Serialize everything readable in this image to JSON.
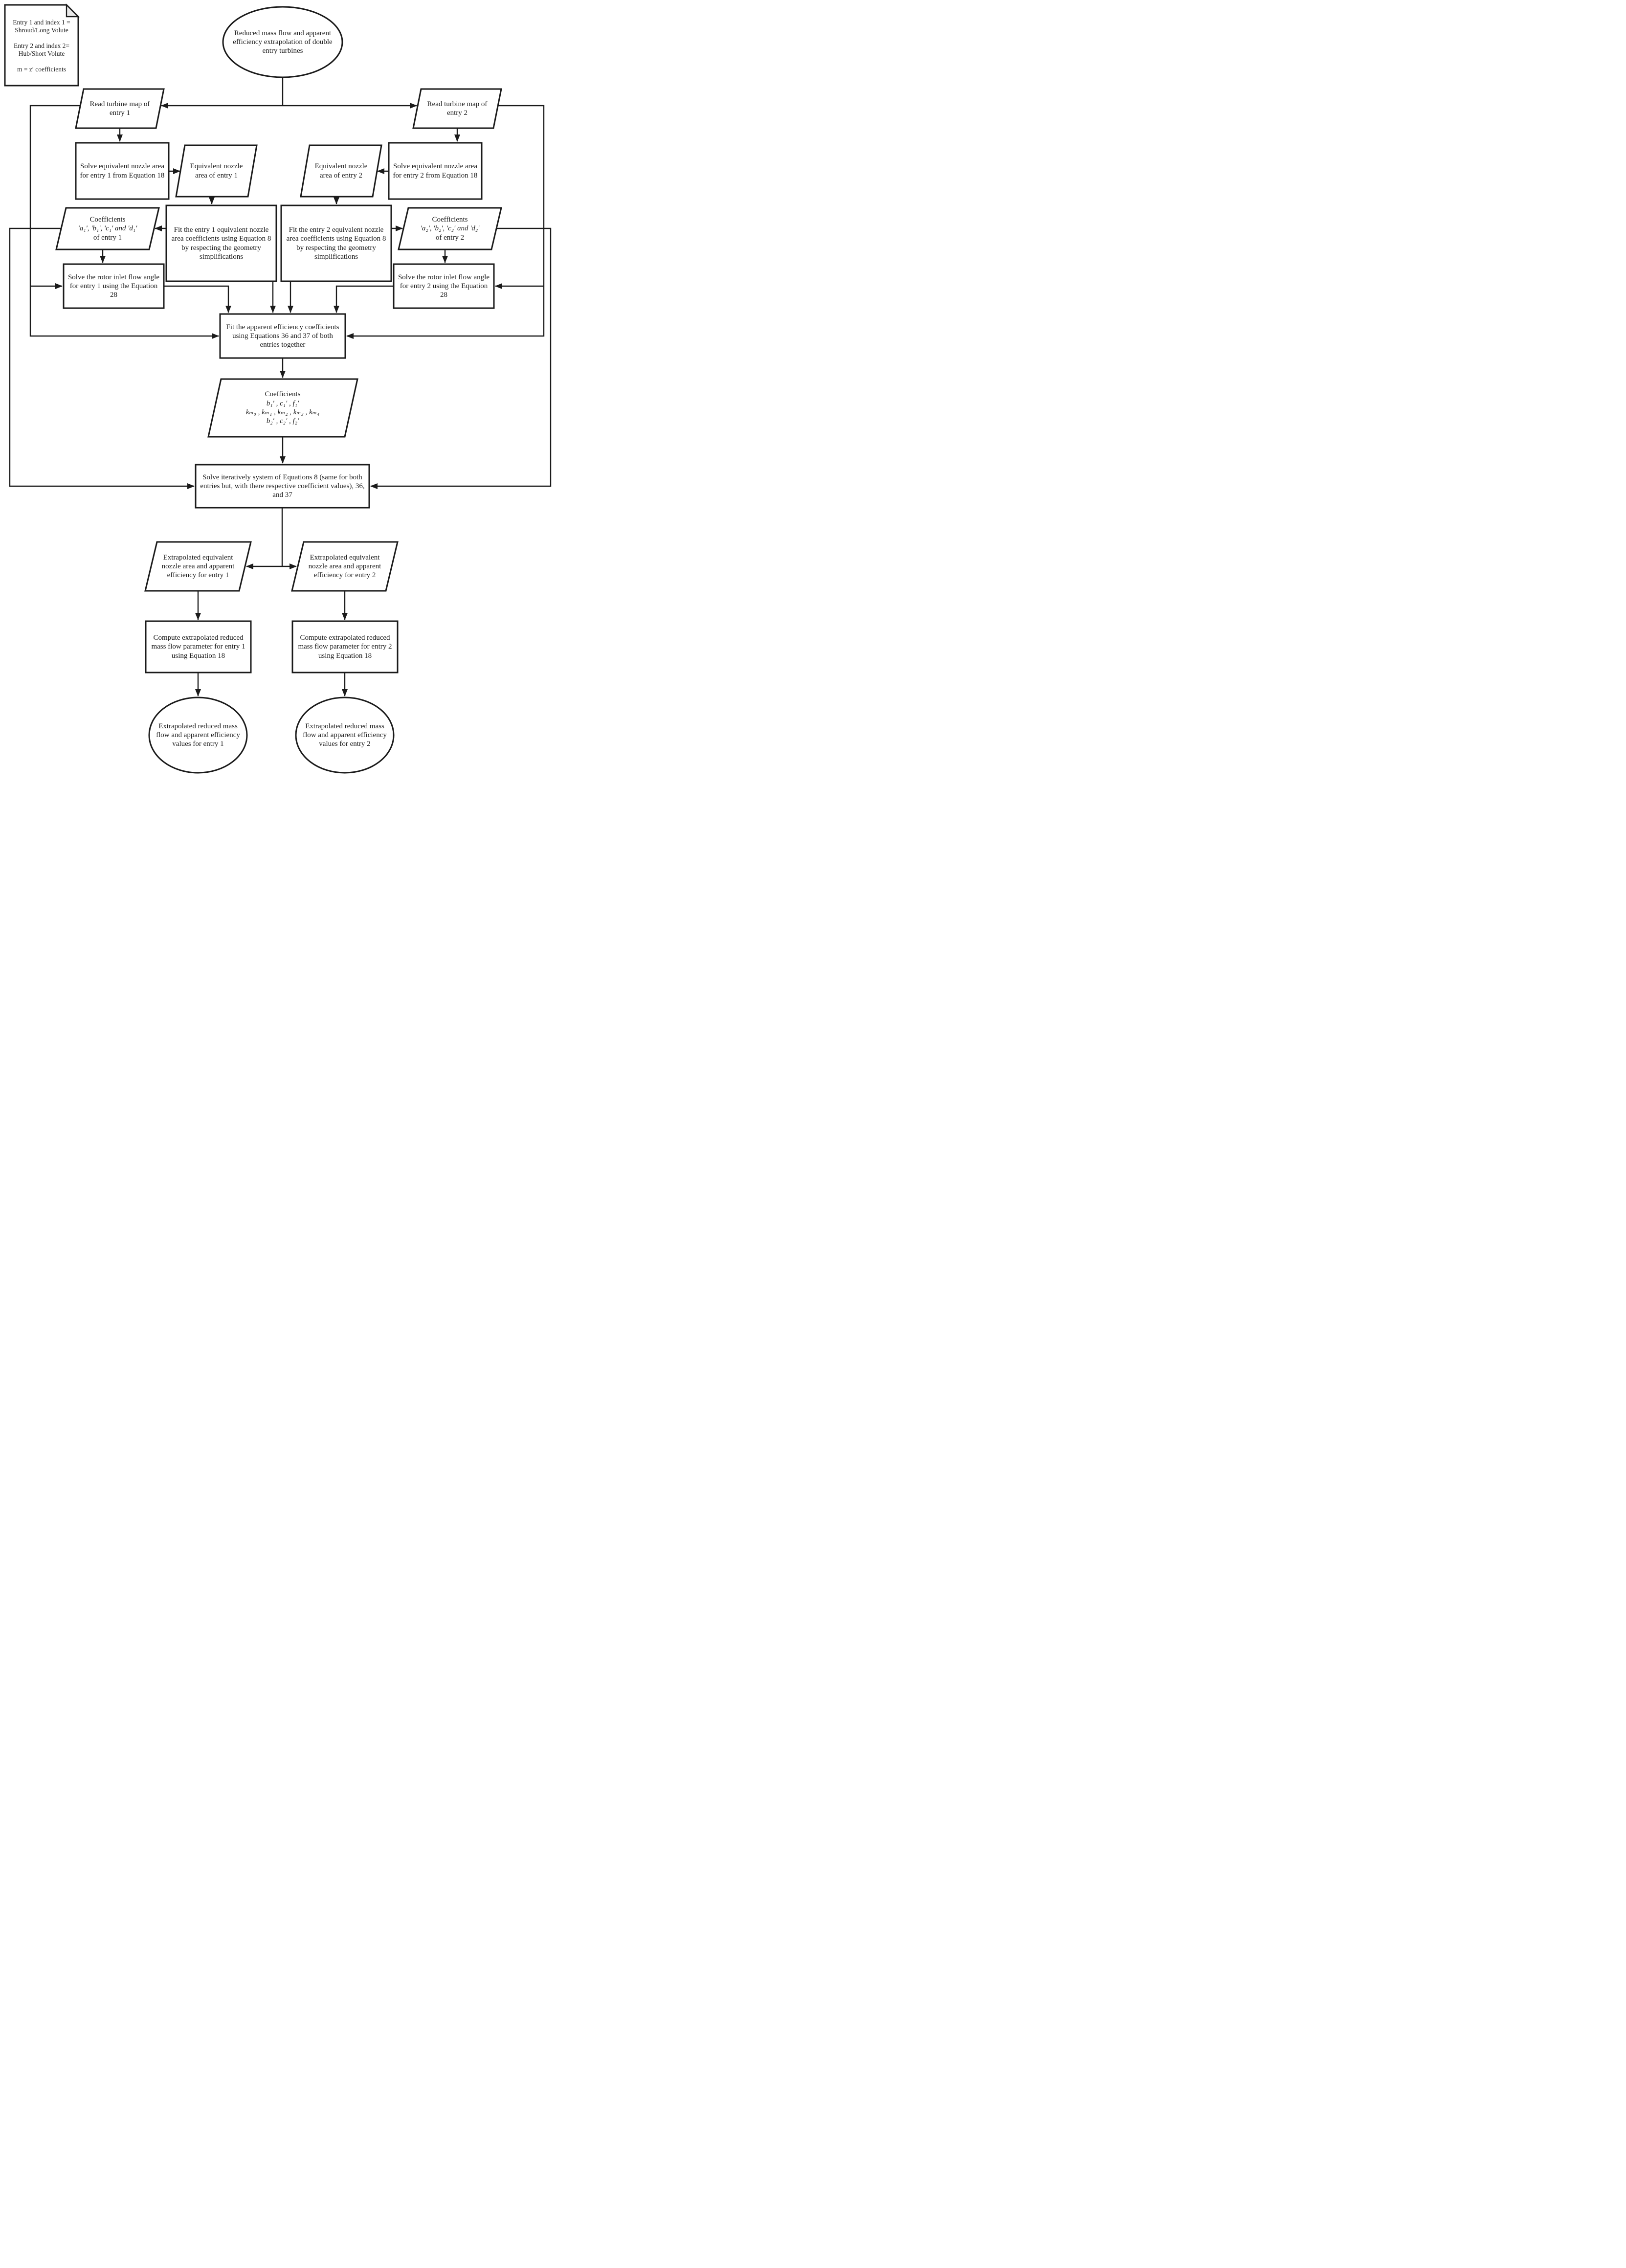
{
  "title": "Reduced mass flow and apparent efficiency extrapolation flowchart",
  "colors": {
    "stroke": "#1b1b1b",
    "fill": "#ffffff",
    "fold": "#e9e9e9",
    "background": "#ffffff"
  },
  "nodes": {
    "note": {
      "lines": [
        "Entry 1 and index 1 = Shroud/Long Volute",
        "Entry 2 and index 2= Hub/Short Volute",
        "m = z′ coefficients"
      ]
    },
    "start": {
      "text": "Reduced mass flow and apparent efficiency extrapolation of double entry turbines"
    },
    "read_map_1": {
      "text": "Read turbine map of entry 1"
    },
    "read_map_2": {
      "text": "Read turbine map of entry 2"
    },
    "solve_nozzle_1": {
      "text": "Solve equivalent nozzle area for entry 1 from Equation 18"
    },
    "solve_nozzle_2": {
      "text": "Solve equivalent nozzle area for entry 2 from Equation 18"
    },
    "nozzle_area_1": {
      "text": "Equivalent nozzle area of entry 1"
    },
    "nozzle_area_2": {
      "text": "Equivalent nozzle area of entry 2"
    },
    "fit_nozzle_1": {
      "text": "Fit the entry 1 equivalent nozzle area coefficients using Equation 8 by respecting the geometry simplifications"
    },
    "fit_nozzle_2": {
      "text": "Fit the entry 2 equivalent nozzle area coefficients using Equation 8 by respecting the geometry simplifications"
    },
    "coeff_1": {
      "title": "Coefficients",
      "formula": "'a₁', 'b₁', 'c₁' and 'd₁'",
      "suffix": "of entry 1"
    },
    "coeff_2": {
      "title": "Coefficients",
      "formula": "'a₂', 'b₂', 'c₂' and 'd₂'",
      "suffix": "of entry 2"
    },
    "rotor_1": {
      "text": "Solve the rotor inlet flow angle for entry 1 using the Equation 28"
    },
    "rotor_2": {
      "text": "Solve the rotor inlet flow angle for entry 2 using the Equation 28"
    },
    "fit_apparent": {
      "text": "Fit the apparent efficiency coefficients using Equations 36 and 37 of both entries together"
    },
    "coeff_all": {
      "title": "Coefficients",
      "f1": "b₁′ , c₁′ , f₁′",
      "f2": "kₘ₀ , kₘ₁ , kₘ₂ , kₘ₃ , kₘ₄",
      "f3": "b₂′ , c₂′ , f₂′"
    },
    "solve_iter": {
      "text": "Solve iteratively system of Equations 8 (same for both entries but, with there respective coefficient values), 36, and 37"
    },
    "extrap_1": {
      "text": "Extrapolated equivalent nozzle area and apparent efficiency for entry 1"
    },
    "extrap_2": {
      "text": "Extrapolated equivalent nozzle area and apparent efficiency for entry 2"
    },
    "compute_1": {
      "text": "Compute extrapolated reduced mass flow parameter for entry 1 using Equation 18"
    },
    "compute_2": {
      "text": "Compute extrapolated reduced mass flow parameter for entry 2 using Equation 18"
    },
    "end_1": {
      "text": "Extrapolated reduced mass flow and apparent efficiency values for entry 1"
    },
    "end_2": {
      "text": "Extrapolated reduced mass flow and apparent efficiency values for entry 2"
    }
  }
}
